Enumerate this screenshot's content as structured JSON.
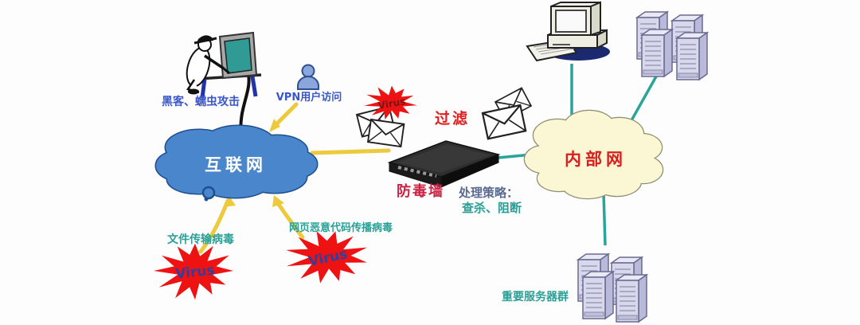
{
  "diagram": {
    "labels": {
      "hacker_attack": "黑客、蠕虫攻击",
      "vpn_user": "VPN用户访问",
      "internet_cloud": "互联网",
      "filter": "过滤",
      "firewall": "防毒墙",
      "strategy_title": "处理策略：",
      "strategy_actions": "查杀、阻断",
      "intranet_cloud": "内部网",
      "file_transfer_virus": "文件传输病毒",
      "web_malicious_code_virus": "网页恶意代码传播病毒",
      "server_group": "重要服务器群",
      "virus_top": "Virus",
      "virus_left": "Virus",
      "virus_mid": "Virus"
    },
    "colors": {
      "internet_cloud_fill": "#4a86cc",
      "internet_cloud_stroke": "#1e4f8f",
      "intranet_cloud_fill": "#fbf6d3",
      "intranet_cloud_stroke": "#8f8f72",
      "arrow_yellow": "#edc93c",
      "link_teal": "#2aa39b",
      "virus_star_red": "#ee1212",
      "label_blue": "#3a56c8",
      "label_teal": "#2a9f96",
      "label_red": "#e02020",
      "firewall_label_red": "#cc2244",
      "strategy_title_color": "#5a6a8e",
      "virus_text_navy": "#2f3f9f",
      "virus_text_dark_red": "#7a1515"
    }
  }
}
